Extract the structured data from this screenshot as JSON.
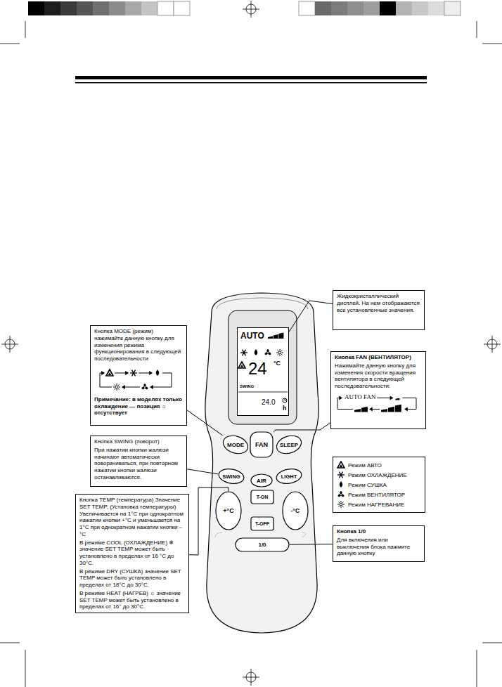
{
  "diagram": {
    "nodes": [
      {
        "text": [
          "Жидкокристаллический дисплей. На нем отображаются все установленные значения."
        ]
      },
      {
        "text": [
          "AUTO",
          "24",
          "°C",
          "SWING",
          "24.0",
          "h"
        ]
      },
      {
        "text": [
          "Кнопка MODE (режим) нажимайте данную кнопку для изменения режима функционирования в следующей последовательности",
          "Примечание: в моделях только охлаждение — позиция ☼ отсутствует"
        ]
      },
      {
        "text": [
          "Кнопка FAN (ВЕНТИЛЯТОР)",
          "Нажимайте данную кнопку для изменения скорости вращения вентилятора в следующей последовательности:",
          "AUTO FAN"
        ]
      },
      {
        "text": [
          "MODE"
        ]
      },
      {
        "text": [
          "FAN"
        ]
      },
      {
        "text": [
          "SLEEP"
        ]
      },
      {
        "text": [
          "Кнопка SWING (поворот)",
          "При нажатии кнопки жалюзи начинают автоматически поворачиваться, при повторном нажатии кнопки жалюзи останавливаются."
        ]
      },
      {
        "text": [
          "SWING"
        ]
      },
      {
        "text": [
          "AIR"
        ]
      },
      {
        "text": [
          "LIGHT"
        ]
      },
      {
        "text": [
          "T-ON"
        ]
      },
      {
        "text": [
          "+°C"
        ]
      },
      {
        "text": [
          "-°C"
        ]
      },
      {
        "text": [
          "T-OFF"
        ]
      },
      {
        "text": [
          "Кнопка TEMP (температура) Значение SET TEMP. (Установка температуры) Увеличивается на 1°C при однократном нажатии кнопки +°C и уменьшается на 1°C при однократном нажатии кнопки –°C",
          "В режиме COOL (ОХЛАЖДЕНИЕ) ❄ значение SET TEMP может быть установлено в пределах от 16 °C до 30°C.",
          "В режиме DRY (СУШКА) значение SET TEMP может быть установлено в пределах от 18°C до 30°C.",
          "В режиме HEAT (НАГРЕВ) ☼ значение SET TEMP может быть установлено в пределах от 16° до 30°C."
        ]
      },
      {
        "text": [
          "1/0"
        ]
      },
      {
        "text": [
          "Кнопка 1/0",
          "Для включения или выключения блока нажмите данную кнопку"
        ]
      }
    ],
    "edges": [
      {
        "from": 0,
        "to": 1,
        "arrow": "none"
      },
      {
        "from": 2,
        "to": 4,
        "arrow": "none"
      },
      {
        "from": 3,
        "to": 5,
        "arrow": "none"
      },
      {
        "from": 7,
        "to": 8,
        "arrow": "none"
      },
      {
        "from": 15,
        "to": 12,
        "arrow": "none"
      },
      {
        "from": 17,
        "to": 16,
        "arrow": "none"
      }
    ],
    "legend": [
      {
        "text": "Режим АВТО"
      },
      {
        "text": "Режим ОХЛАЖДЕНИЕ"
      },
      {
        "text": "Режим СУШКА"
      },
      {
        "text": "Режим ВЕНТИЛЯТОР"
      },
      {
        "text": "Режим НАГРЕВАНИЕ"
      }
    ]
  }
}
